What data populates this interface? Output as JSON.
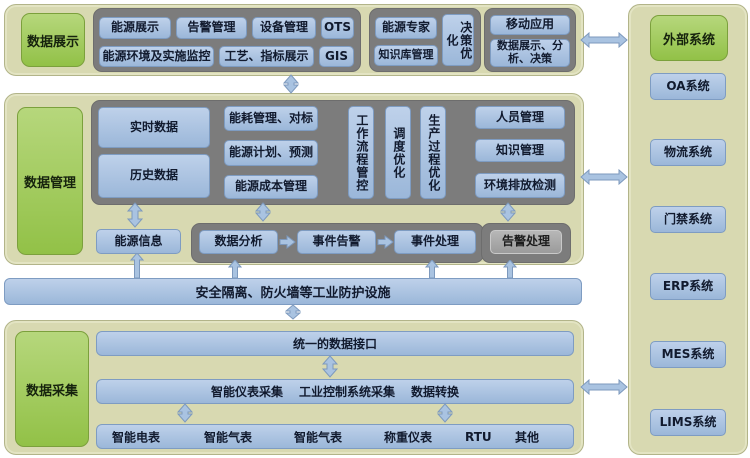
{
  "display": {
    "label": "数据展示",
    "group1": {
      "row1": [
        "能源展示",
        "告警管理",
        "设备管理",
        "OTS"
      ],
      "row2": [
        "能源环境及实施监控",
        "工艺、指标展示",
        "GIS"
      ]
    },
    "group2": {
      "stack": [
        "能源专家",
        "知识库管理"
      ],
      "tall": "决策优化"
    },
    "group3": {
      "row1": "移动应用",
      "row2": "数据展示、分析、决策"
    }
  },
  "management": {
    "label": "数据管理",
    "data_stack": [
      "实时数据",
      "历史数据"
    ],
    "mid_stack": [
      "能耗管理、对标",
      "能源计划、预测",
      "能源成本管理"
    ],
    "vertical_boxes": [
      "工作流程管控",
      "调度优化",
      "生产过程优化"
    ],
    "right_stack": [
      "人员管理",
      "知识管理",
      "环境排放检测"
    ],
    "energy_info": "能源信息",
    "flow": [
      "数据分析",
      "事件告警",
      "事件处理"
    ],
    "alarm": "告警处理"
  },
  "firewall_label": "安全隔离、防火墙等工业防护设施",
  "collection": {
    "label": "数据采集",
    "unified_interface": "统一的数据接口",
    "middleware": [
      "智能仪表采集",
      "工业控制系统采集",
      "数据转换"
    ],
    "devices": [
      "智能电表",
      "智能气表",
      "智能气表",
      "称重仪表",
      "RTU",
      "其他"
    ]
  },
  "external": {
    "label": "外部系统",
    "systems": [
      "OA系统",
      "物流系统",
      "门禁系统",
      "ERP系统",
      "MES系统",
      "LIMS系统"
    ]
  },
  "colors": {
    "section_bg": "#d8d9b1",
    "green_box": "#9cc653",
    "blue_box": "#a9c3e0",
    "dark_container": "#7c7c7c",
    "gray_box": "#a8a8a8",
    "arrow": "#a9c3e1"
  }
}
